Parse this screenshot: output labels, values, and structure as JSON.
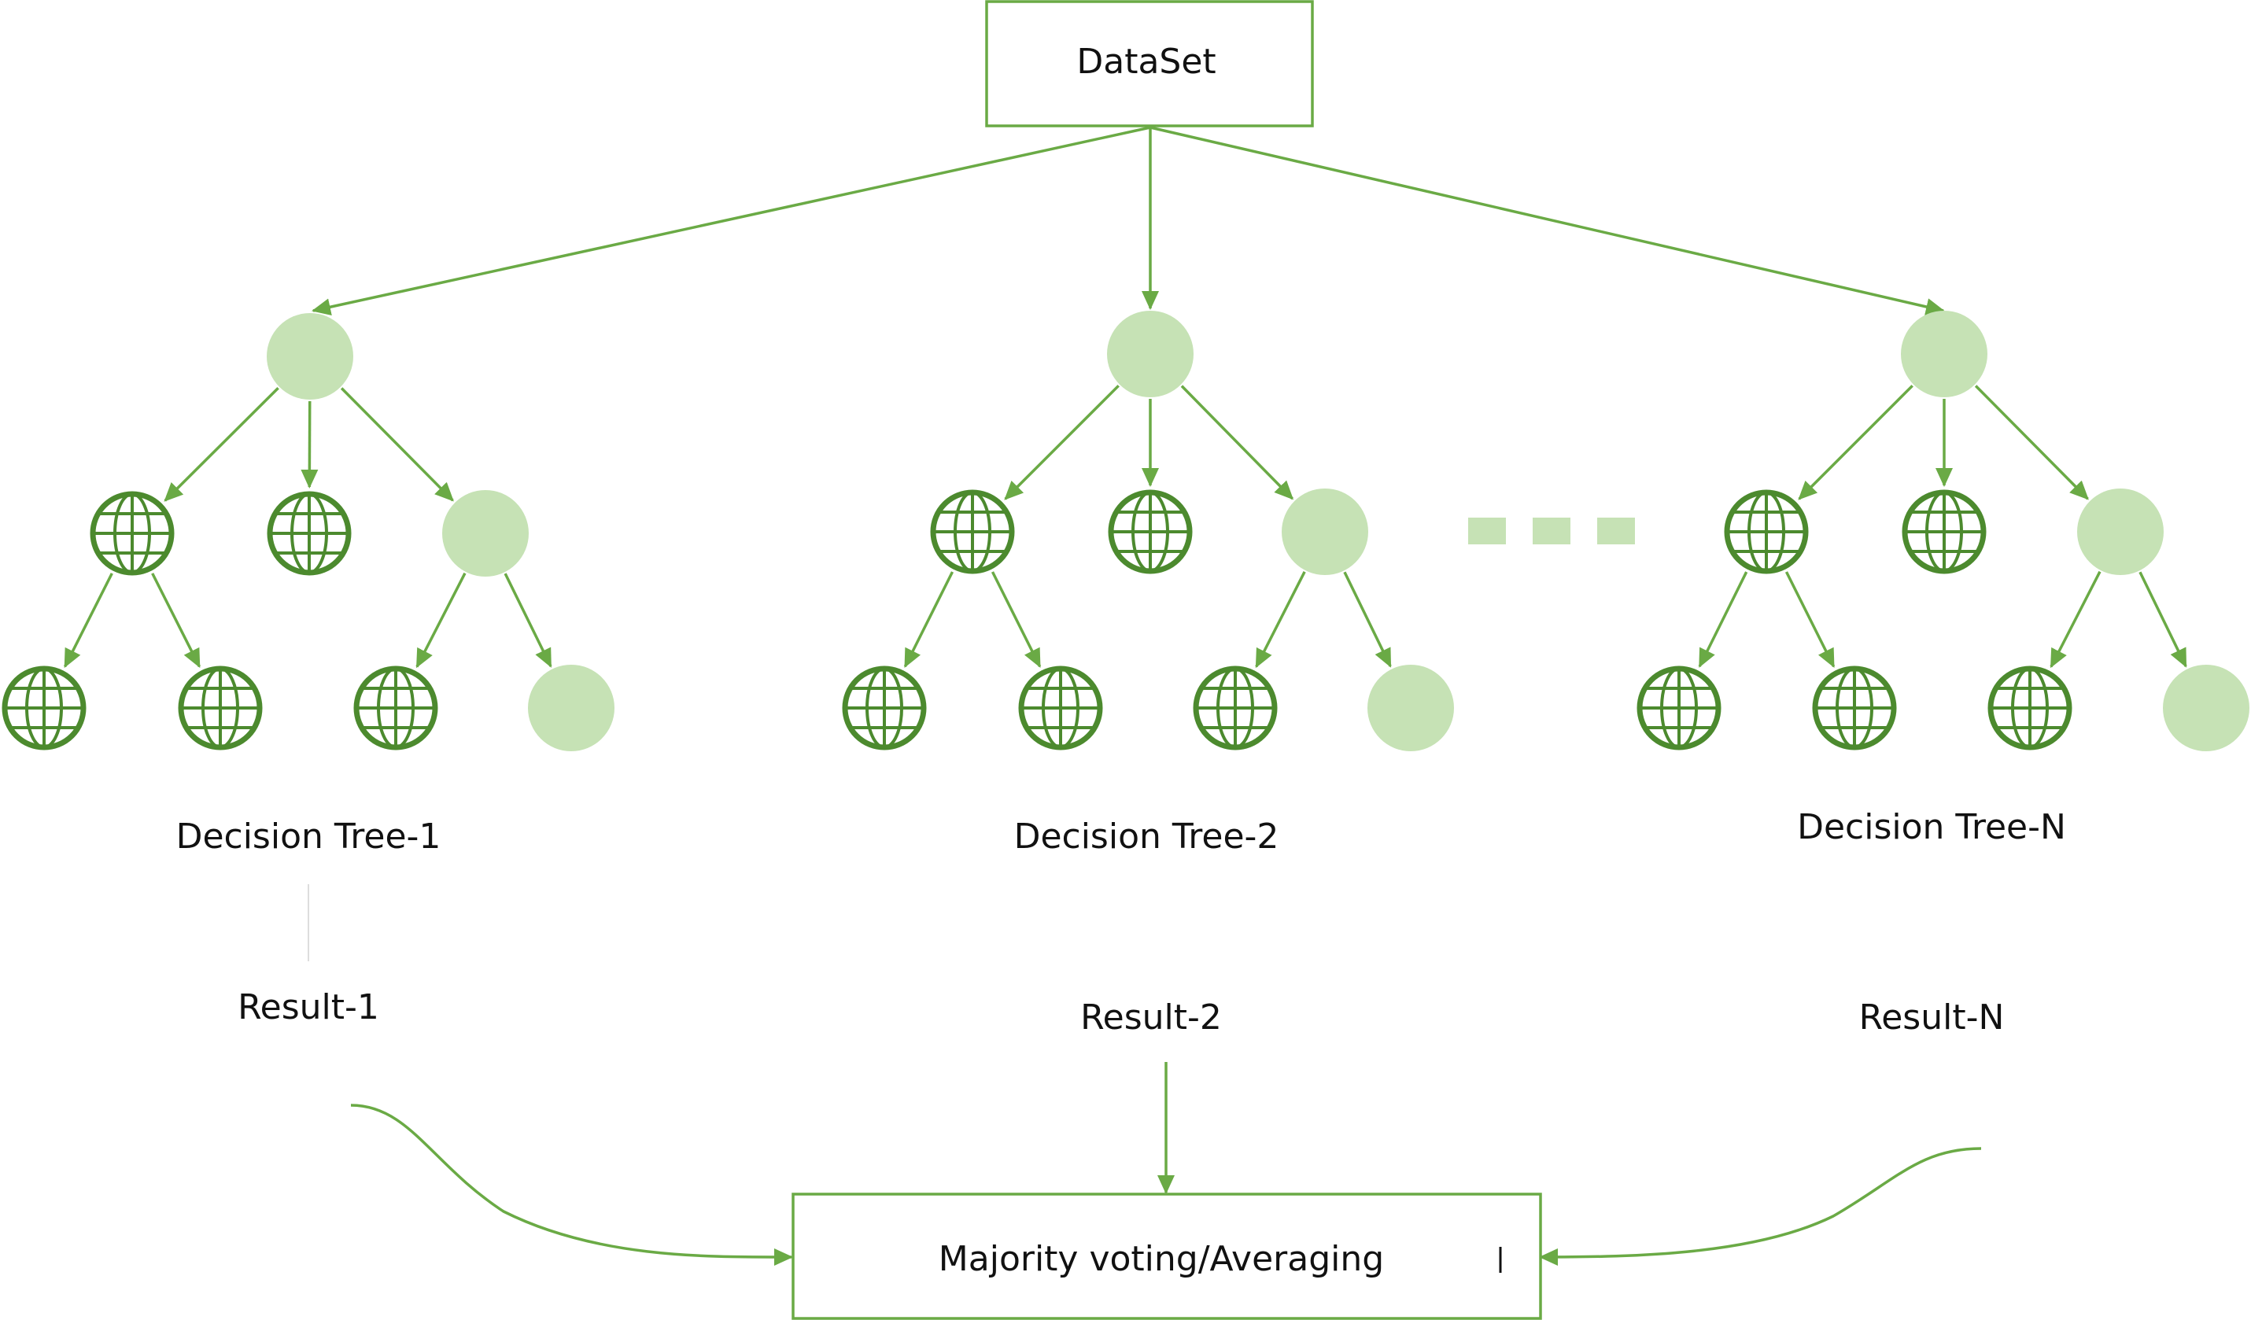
{
  "dataset_label": "DataSet",
  "trees": [
    {
      "label": "Decision Tree-1",
      "result": "Result-1"
    },
    {
      "label": "Decision Tree-2",
      "result": "Result-2"
    },
    {
      "label": "Decision Tree-N",
      "result": "Result-N"
    }
  ],
  "aggregator_label": "Majority voting/Averaging",
  "colors": {
    "line": "#6aaa45",
    "node_fill": "#c6e2b5",
    "globe": "#4c8a2e"
  },
  "icons": {
    "node": "globe-icon",
    "leaf": "leaf-circle"
  }
}
